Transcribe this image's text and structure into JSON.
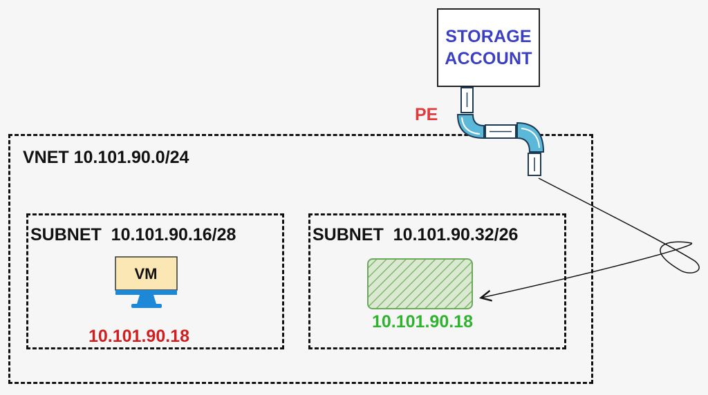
{
  "storage_account": {
    "line1": "STORAGE",
    "line2": "ACCOUNT"
  },
  "pe_label": "PE",
  "vnet": {
    "label": "VNET 10.101.90.0/24"
  },
  "subnets": [
    {
      "label": "SUBNET  10.101.90.16/28",
      "device_label": "VM",
      "ip": "10.101.90.18"
    },
    {
      "label": "SUBNET  10.101.90.32/26",
      "ip": "10.101.90.18"
    }
  ],
  "colors": {
    "storage_text": "#3a3fc4",
    "pe_text": "#e03a3a",
    "vm_ip": "#d11f1f",
    "pe_ip": "#2fb32f",
    "pipe": "#5bb8d8",
    "vm_screen": "#fbe7b3",
    "vm_stand": "#1e88d8",
    "nic_fill": "#b7d8a3"
  },
  "icons": [
    "pipe-icon",
    "vm-monitor-icon",
    "network-interface-icon",
    "arrow-icon"
  ]
}
